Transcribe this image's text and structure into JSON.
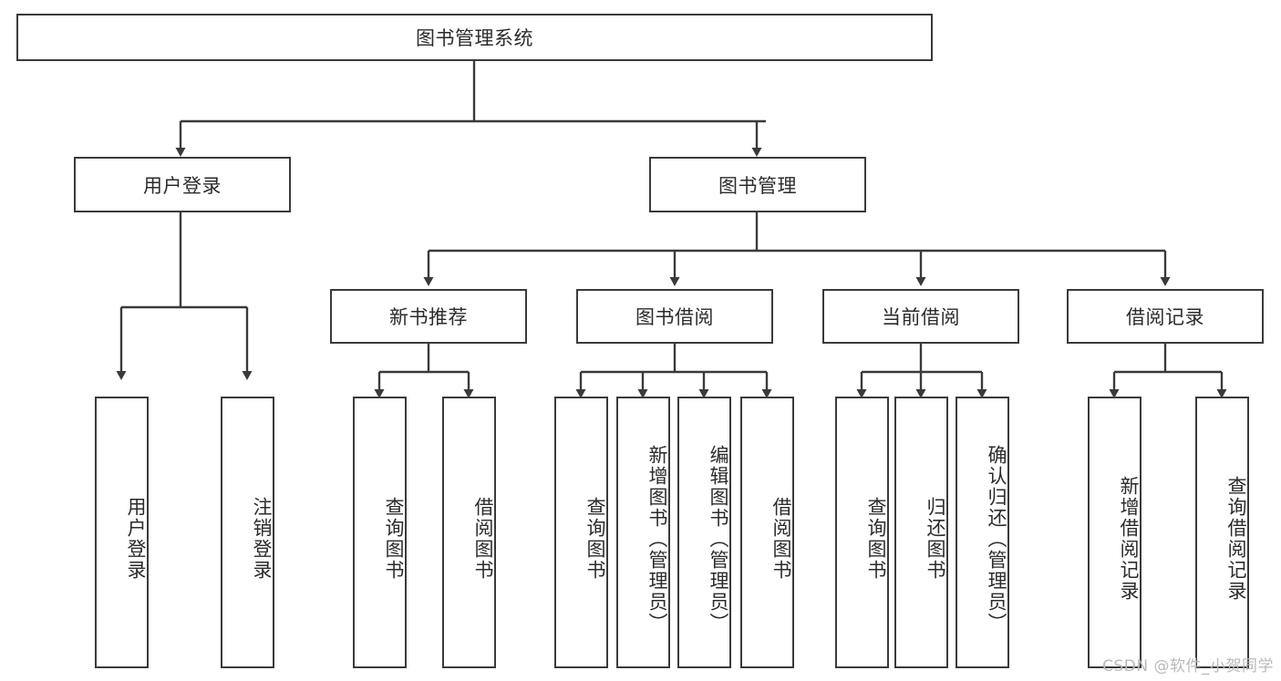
{
  "diagram": {
    "title": "图书管理系统",
    "type": "hierarchy-tree",
    "watermark": "CSDN @软件_小贺同学",
    "colors": {
      "border": "#3a3a3a",
      "text": "#2b2b2b",
      "background": "#ffffff",
      "connector": "#3a3a3a",
      "watermark": "#b9b9b9"
    },
    "root": {
      "label": "图书管理系统"
    },
    "level2": [
      {
        "label": "用户登录"
      },
      {
        "label": "图书管理"
      }
    ],
    "level3": [
      {
        "label": "新书推荐"
      },
      {
        "label": "图书借阅"
      },
      {
        "label": "当前借阅"
      },
      {
        "label": "借阅记录"
      }
    ],
    "leaves": {
      "user_login": [
        {
          "label": "用户登录"
        },
        {
          "label": "注销登录"
        }
      ],
      "new_book": [
        {
          "label": "查询图书"
        },
        {
          "label": "借阅图书"
        }
      ],
      "book_borrow": [
        {
          "label": "查询图书"
        },
        {
          "label": "新增图书（管理员）"
        },
        {
          "label": "编辑图书（管理员）"
        },
        {
          "label": "借阅图书"
        }
      ],
      "current_borrow": [
        {
          "label": "查询图书"
        },
        {
          "label": "归还图书"
        },
        {
          "label": "确认归还（管理员）"
        }
      ],
      "borrow_record": [
        {
          "label": "新增借阅记录"
        },
        {
          "label": "查询借阅记录"
        }
      ]
    }
  }
}
